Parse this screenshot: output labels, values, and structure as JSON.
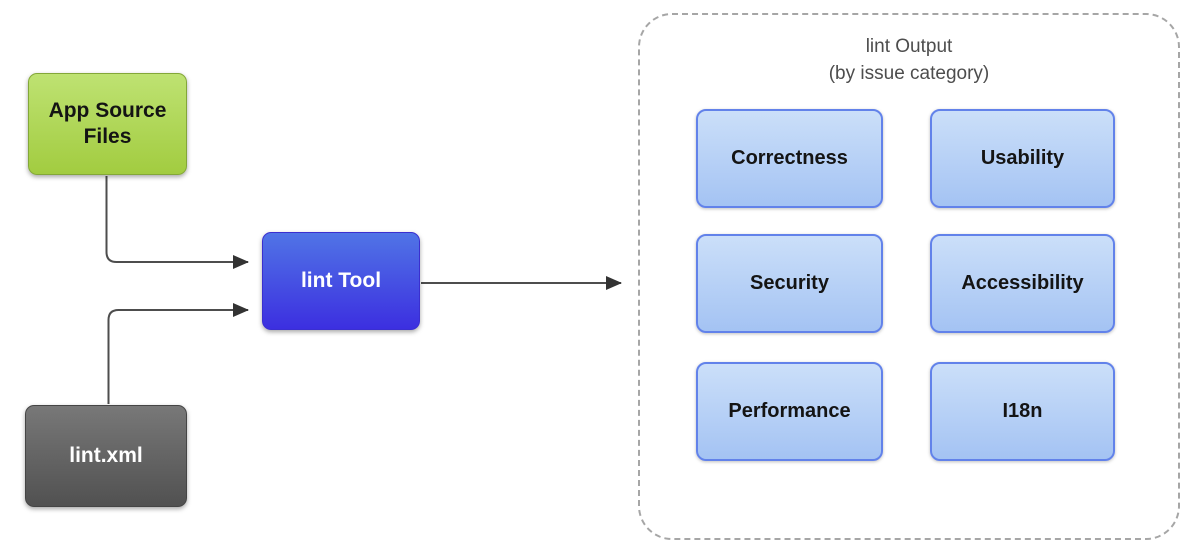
{
  "nodes": {
    "app_source_files": {
      "label": "App Source Files"
    },
    "lint_tool": {
      "label": "lint Tool"
    },
    "lint_xml": {
      "label": "lint.xml"
    }
  },
  "output_panel": {
    "title_line1": "lint Output",
    "title_line2": "(by issue category)",
    "categories": [
      "Correctness",
      "Usability",
      "Security",
      "Accessibility",
      "Performance",
      "I18n"
    ]
  },
  "colors": {
    "app_source_fill_top": "#BEE272",
    "app_source_fill_bottom": "#A2CC40",
    "app_source_border": "#83A738",
    "lint_tool_fill_top": "#5074E6",
    "lint_tool_fill_bottom": "#3C2FE0",
    "lint_xml_fill_top": "#787878",
    "lint_xml_fill_bottom": "#515151",
    "category_fill_top": "#CBDFF9",
    "category_fill_bottom": "#A4C3F3",
    "category_border": "#6282EA",
    "arrow_line": "#4D4D4D",
    "arrowhead": "#333333",
    "dashed_border": "#A6A6A6",
    "title_text": "#4D4D4D"
  }
}
